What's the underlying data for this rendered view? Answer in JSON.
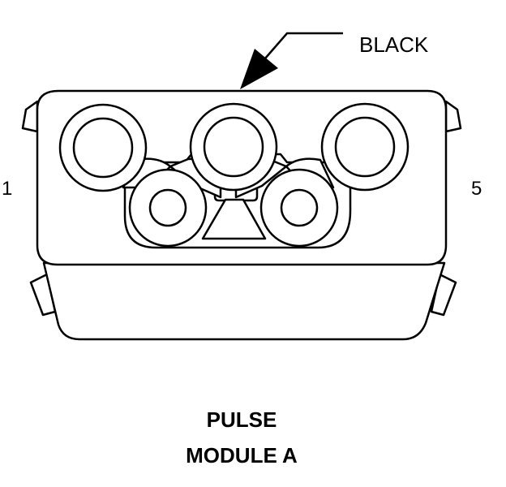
{
  "callout": {
    "color_label": "BLACK"
  },
  "pins": {
    "left": "1",
    "right": "5"
  },
  "caption": {
    "line1": "PULSE",
    "line2": "MODULE A"
  },
  "colors": {
    "stroke": "#000000",
    "background": "#ffffff"
  },
  "connector": {
    "large_cavities": 3,
    "small_cavities": 2
  }
}
